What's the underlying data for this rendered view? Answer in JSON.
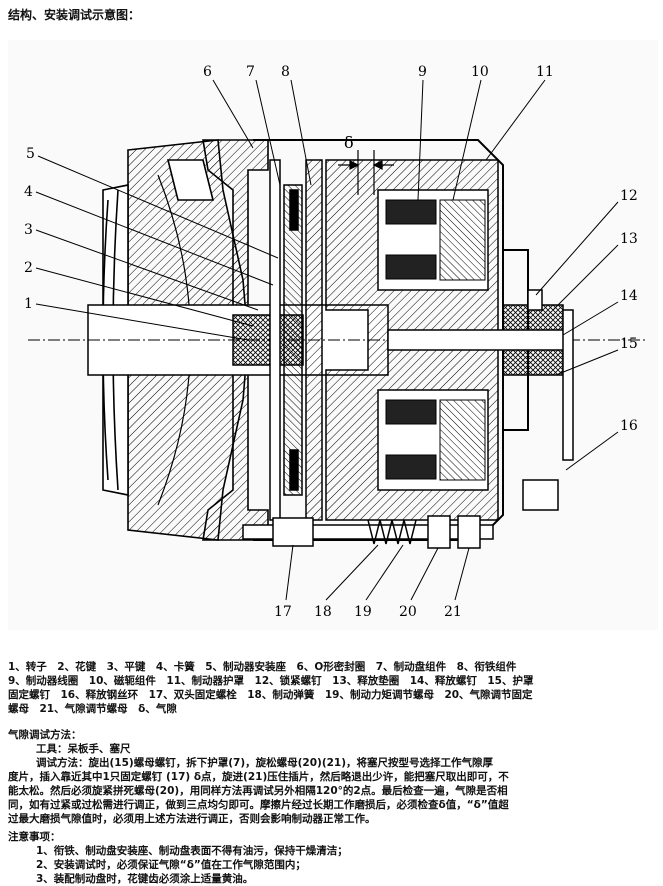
{
  "title": "结构、安装调试示意图：",
  "callouts": [
    {
      "n": "1"
    },
    {
      "n": "2"
    },
    {
      "n": "3"
    },
    {
      "n": "4"
    },
    {
      "n": "5"
    },
    {
      "n": "6"
    },
    {
      "n": "7"
    },
    {
      "n": "8"
    },
    {
      "n": "9"
    },
    {
      "n": "10"
    },
    {
      "n": "11"
    },
    {
      "n": "12"
    },
    {
      "n": "13"
    },
    {
      "n": "14"
    },
    {
      "n": "15"
    },
    {
      "n": "16"
    },
    {
      "n": "17"
    },
    {
      "n": "18"
    },
    {
      "n": "19"
    },
    {
      "n": "20"
    },
    {
      "n": "21"
    }
  ],
  "delta_symbol": "δ",
  "legend_lines": [
    "1、转子　2、花键　3、平键　4、卡簧　5、制动器安装座　6、O形密封圈　7、制动盘组件　8、衔铁组件",
    "9、制动器线圈　10、磁轭组件　11、制动器护罩　12、锁紧螺钉　13、释放垫圈　14、释放螺钉　15、护罩",
    "固定螺钉　16、释放钢丝环　17、双头固定螺栓　18、制动弹簧　19、制动力矩调节螺母　20、气隙调节固定",
    "螺母　21、气隙调节螺母　δ、气隙"
  ],
  "gap_section": {
    "heading": "气隙调试方法：",
    "tools": "工具：呆板手、塞尺",
    "method_lines": [
      "调试方法：旋出(15)螺母螺钉，拆下护罩(7)，旋松螺母(20)(21)，将塞尺按型号选择工作气隙厚",
      "度片，插入靠近其中1只固定螺钉 (17) δ点，旋进(21)压住插片，然后略退出少许，能把塞尺取出即可，不",
      "能太松。然后必须旋紧拼死螺母(20)，用同样方法再调试另外相隔120°的2点。最后检查一遍，气隙是否相",
      "同，如有过紧或过松需进行调正，做到三点均匀即可。摩擦片经过长期工作磨损后，必须检查δ值，“δ”值超",
      "过最大磨损气隙值时，必须用上述方法进行调正，否则会影响制动器正常工作。"
    ]
  },
  "notes_section": {
    "heading": "注意事项：",
    "items": [
      "1、衔铁、制动盘安装座、制动盘表面不得有油污，保持干燥清洁；",
      "2、安装调试时，必须保证气隙“δ”值在工作气隙范围内；",
      "3、装配制动盘时，花键齿必须涂上适量黄油。"
    ]
  }
}
